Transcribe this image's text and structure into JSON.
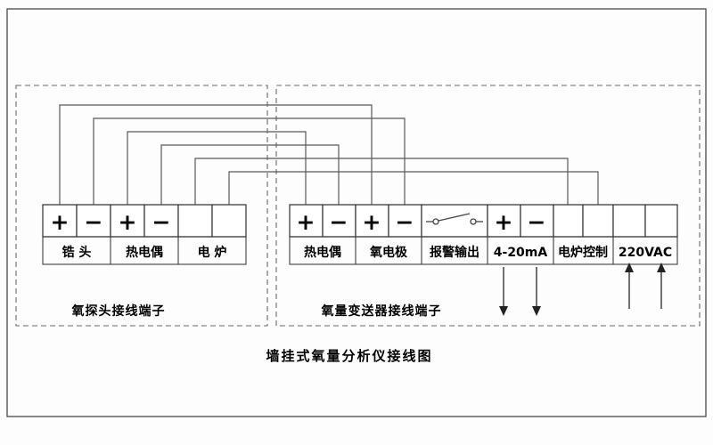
{
  "title": "墙挂式氧量分析仪接线图",
  "probe": {
    "label": "氧探头接线端子",
    "terminals": [
      "+",
      "−",
      "+",
      "−",
      "",
      ""
    ],
    "groups": [
      "锆 头",
      "热电偶",
      "电 炉"
    ]
  },
  "transmitter": {
    "label": "氧量变送器接线端子",
    "terminals": [
      "+",
      "−",
      "+",
      "−",
      "",
      "+",
      "−",
      "",
      "",
      "",
      ""
    ],
    "groups": [
      "热电偶",
      "氧电极",
      "报警输出",
      "4-20mA",
      "电炉控制",
      "220VAC"
    ]
  }
}
